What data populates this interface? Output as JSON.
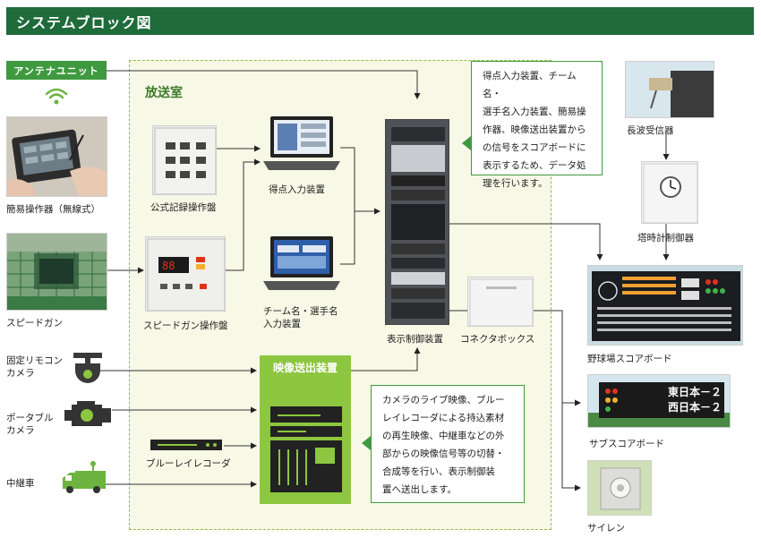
{
  "header": {
    "title": "システムブロック図"
  },
  "room": {
    "title": "放送室"
  },
  "antenna": {
    "label": "アンテナユニット"
  },
  "labels": {
    "handheld": "簡易操作器（無線式）",
    "speedgun": "スピードガン",
    "fixed_camera": "固定リモコン\nカメラ",
    "portable_camera": "ポータブル\nカメラ",
    "relay_car": "中継車",
    "official_record": "公式記録操作盤",
    "speedgun_panel": "スピードガン操作盤",
    "score_input": "得点入力装置",
    "team_input": "チーム名・選手名\n入力装置",
    "video_sender": "映像送出装置",
    "bluray": "ブルーレイレコーダ",
    "display_control": "表示制御装置",
    "connector_box": "コネクタボックス",
    "longwave_receiver": "長波受信器",
    "tower_clock": "塔時計制御器",
    "scoreboard": "野球場スコアボード",
    "sub_scoreboard": "サブスコアボード",
    "siren": "サイレン"
  },
  "notes": {
    "top": "得点入力装置、チーム名・\n選手名入力装置、簡易操\n作器、映像送出装置から\nの信号をスコアボードに\n表示するため、データ処\n理を行います。",
    "bottom": "カメラのライブ映像、ブルー\nレイレコーダによる持込素材\nの再生映像、中継車などの外\n部からの映像信号等の切替・\n合成等を行い、表示制御装\n置へ送出します。"
  },
  "sub_board": {
    "row1": "東日本－２",
    "row2": "西日本－２"
  },
  "colors": {
    "header": "#1f6b3a",
    "accent": "#3f9a3f",
    "panel": "#8dc63f",
    "room_bg": "#f7f8e6"
  }
}
